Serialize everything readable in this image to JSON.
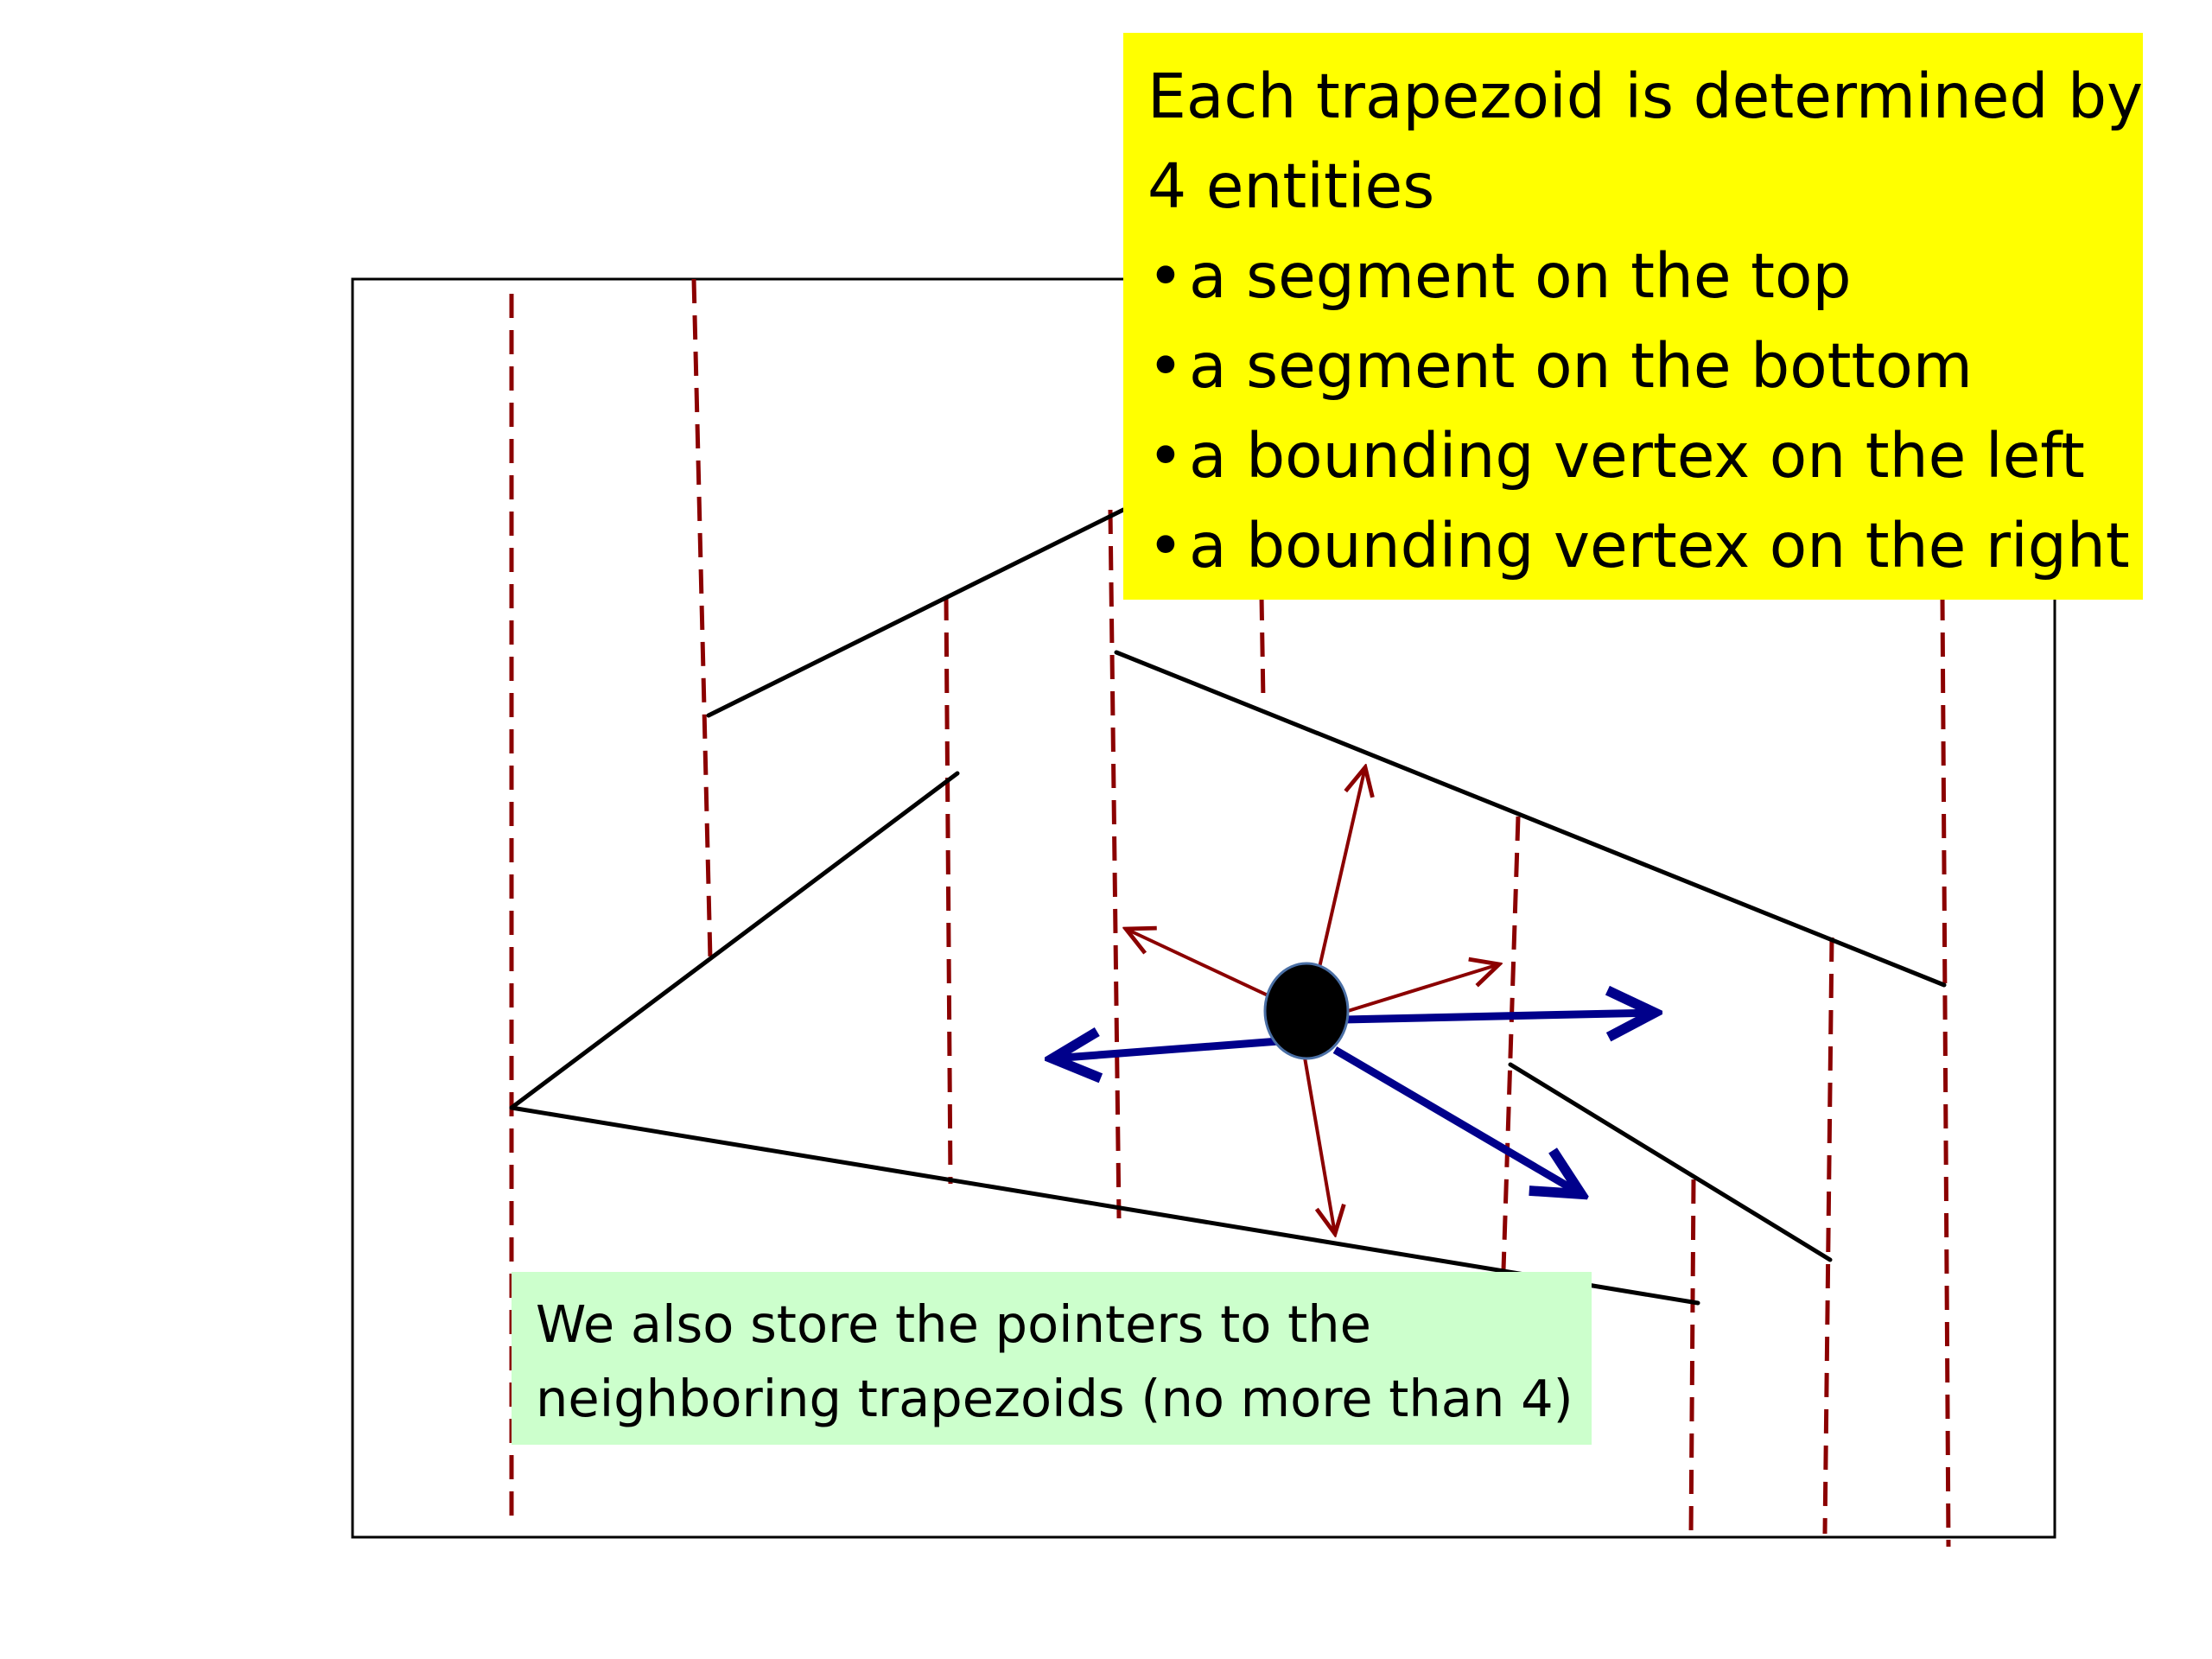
{
  "entities_box": {
    "heading_line1": "Each trapezoid is determined by",
    "heading_line2": "4 entities",
    "bullet_symbol": "•",
    "items": [
      "a segment on the top",
      "a segment on the bottom",
      "a bounding vertex on the left",
      "a bounding vertex on the right"
    ]
  },
  "neighbors_note": {
    "line1": "We also store the pointers to the",
    "line2": "neighboring trapezoids (no more than 4)"
  },
  "colors": {
    "background": "#ffffff",
    "frame": "#000000",
    "segment": "#000000",
    "vertical_extension": "#8b0000",
    "minor_pointer": "#8b0000",
    "major_pointer": "#00008b",
    "entities_box_fill": "#ffff00",
    "note_box_fill": "#ccffcc"
  }
}
